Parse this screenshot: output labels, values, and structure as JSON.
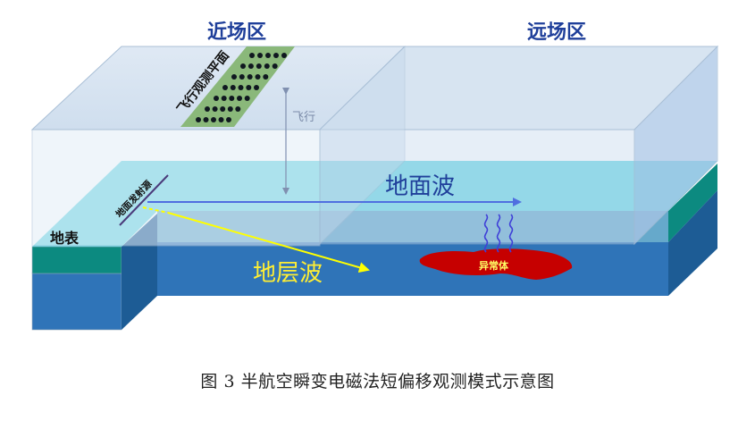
{
  "labels": {
    "near_field": "近场区",
    "far_field": "远场区",
    "flight_plane": "飞行观测平面",
    "flight": "飞行",
    "ground_source": "地面发射源",
    "ground_wave": "地面波",
    "surface": "地表",
    "layer_wave": "地层波",
    "anomaly": "异常体"
  },
  "caption": "图 3 半航空瞬变电磁法短偏移观测模式示意图",
  "colors": {
    "title_blue": "#1f3f9a",
    "ground_wave_text": "#1f3f9a",
    "layer_wave_text": "#ffee33",
    "ground_wave_arrow": "#4f6fe0",
    "layer_wave_arrow": "#ffff00",
    "anomaly_fill": "#c60000",
    "anomaly_text": "#ffff66",
    "water_top": "#69d6e4",
    "layer_teal": "#0c8a80",
    "layer_blue": "#2f74b8",
    "grid_green": "#8ab87a"
  }
}
